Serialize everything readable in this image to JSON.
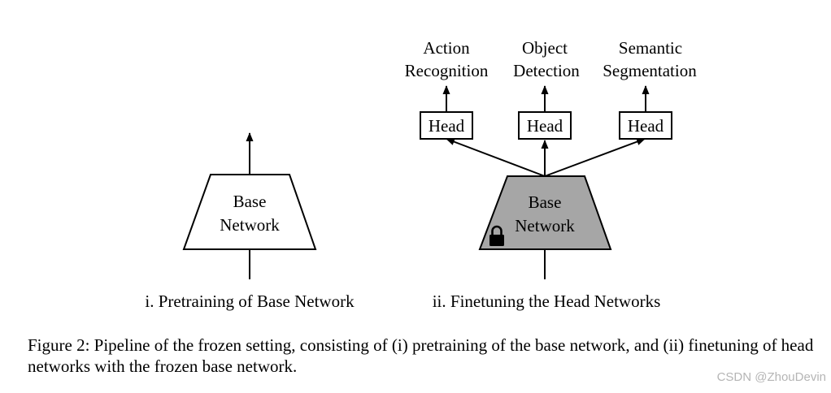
{
  "left_panel": {
    "network_label_line1": "Base",
    "network_label_line2": "Network",
    "subcaption": "i. Pretraining of Base Network"
  },
  "right_panel": {
    "network_label_line1": "Base",
    "network_label_line2": "Network",
    "frozen_icon": "lock-icon",
    "frozen_color": "#a6a6a6",
    "heads": [
      {
        "label": "Head",
        "task_line1": "Action",
        "task_line2": "Recognition"
      },
      {
        "label": "Head",
        "task_line1": "Object",
        "task_line2": "Detection"
      },
      {
        "label": "Head",
        "task_line1": "Semantic",
        "task_line2": "Segmentation"
      }
    ],
    "subcaption": "ii. Finetuning the Head Networks"
  },
  "caption": "Figure 2: Pipeline of the frozen setting, consisting of (i) pretraining of the base network, and (ii) finetuning of head networks with the frozen base network.",
  "watermark": "CSDN @ZhouDevin"
}
